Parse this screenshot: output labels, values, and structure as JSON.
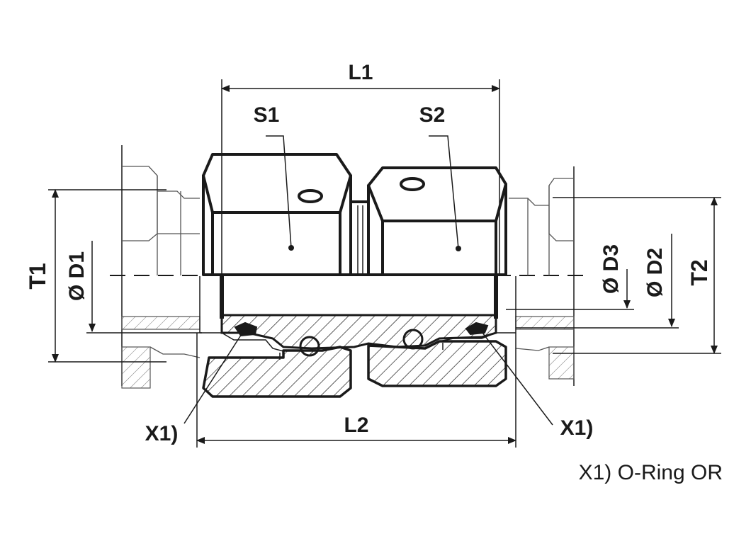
{
  "labels": {
    "L1": "L1",
    "L2": "L2",
    "S1": "S1",
    "S2": "S2",
    "T1": "T1",
    "T2": "T2",
    "D1": "Ø D1",
    "D2": "Ø D2",
    "D3": "Ø D3",
    "X1_left": "X1)",
    "X1_right": "X1)"
  },
  "note": "X1) O-Ring OR",
  "colors": {
    "line": "#1a1a1a",
    "hatch": "#1a1a1a",
    "background": "#ffffff"
  }
}
